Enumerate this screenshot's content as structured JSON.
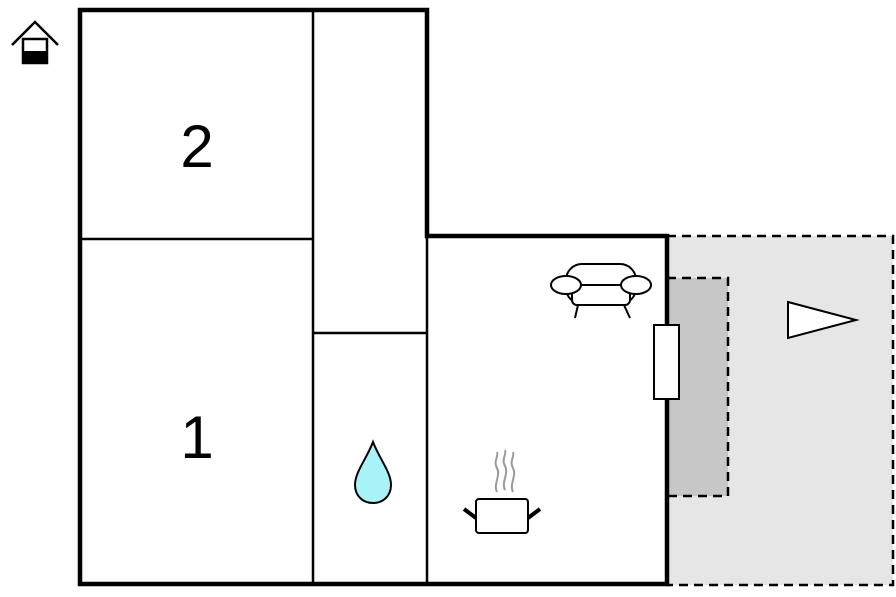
{
  "rooms": [
    {
      "label": "2",
      "kind": "bedroom"
    },
    {
      "label": "1",
      "kind": "bedroom"
    }
  ],
  "icons": {
    "entrance": "house-entrance-icon",
    "bathroom": "water-drop-icon",
    "living": "sofa-icon",
    "kitchen": "cooking-pot-icon",
    "terrace_direction": "triangle-flag-icon"
  },
  "colors": {
    "wall": "#000000",
    "terrace_fill": "#e6e6e6",
    "terrace_inner_fill": "#c7c7c7",
    "water": "#a8f2f8",
    "steam": "#9a9a9a"
  }
}
